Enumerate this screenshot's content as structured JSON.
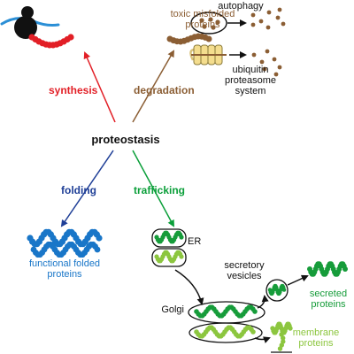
{
  "center": {
    "label": "proteostasis"
  },
  "branches": {
    "synthesis": {
      "label": "synthesis",
      "color": "#e21f26"
    },
    "degradation": {
      "label": "degradation",
      "color": "#8b5e34"
    },
    "folding": {
      "label": "folding",
      "color": "#1f3f97"
    },
    "trafficking": {
      "label": "trafficking",
      "color": "#0b9f3a"
    }
  },
  "degradation_outcomes": {
    "toxic": {
      "line1": "toxic misfolded",
      "line2": "proteins"
    },
    "autophagy": {
      "label": "autophagy"
    },
    "ups": {
      "line1": "ubiquitin",
      "line2": "proteasome",
      "line3": "system"
    }
  },
  "folding_outcome": {
    "line1": "functional folded",
    "line2": "proteins",
    "color": "#1976c8"
  },
  "trafficking_labels": {
    "er": "ER",
    "golgi": "Golgi",
    "vesicles": {
      "line1": "secretory",
      "line2": "vesicles"
    },
    "secreted": {
      "line1": "secreted",
      "line2": "proteins",
      "color": "#169c3a"
    },
    "membrane": {
      "line1": "membrane",
      "line2": "proteins",
      "color": "#8cc63f"
    }
  }
}
